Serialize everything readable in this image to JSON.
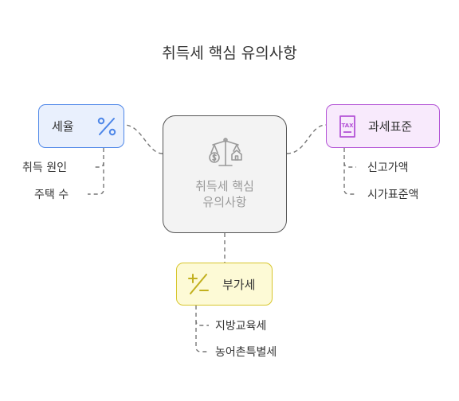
{
  "title": "취득세 핵심 유의사항",
  "center": {
    "line1": "취득세 핵심",
    "line2": "유의사항",
    "icon": "scale-dollar-house-icon"
  },
  "nodes": {
    "rate": {
      "label": "세율",
      "icon": "percent-icon",
      "color": "#4d86e8",
      "fill": "#e9f0fd",
      "items": [
        "취득 원인",
        "주택 수"
      ]
    },
    "standard": {
      "label": "과세표준",
      "icon": "tax-document-icon",
      "color": "#b353d6",
      "fill": "#f8eafc",
      "items": [
        "신고가액",
        "시가표준액"
      ]
    },
    "surtax": {
      "label": "부가세",
      "icon": "plus-minus-icon",
      "color": "#d8c62e",
      "fill": "#fdfad6",
      "items": [
        "지방교육세",
        "농어촌특별세"
      ]
    }
  }
}
